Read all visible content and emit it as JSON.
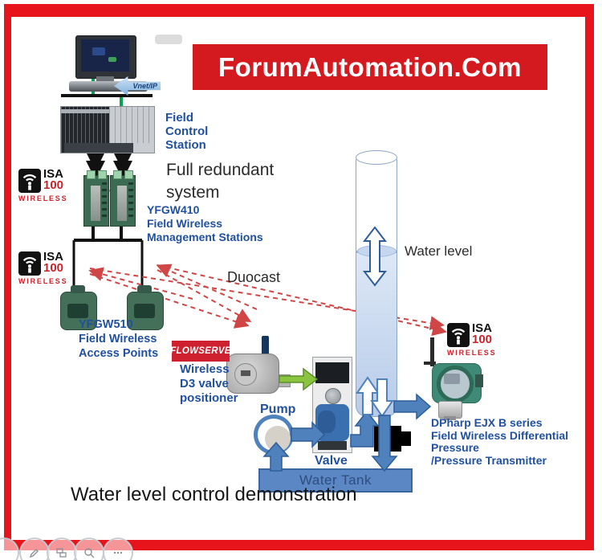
{
  "banner": {
    "text": "ForumAutomation.Com"
  },
  "labels": {
    "fcs": [
      "Field",
      "Control",
      "Station"
    ],
    "full_redundant": [
      "Full redundant",
      "system"
    ],
    "yfgw410": [
      "YFGW410",
      "Field Wireless",
      "Management Stations"
    ],
    "yfgw510": [
      "YFGW510",
      "Field Wireless",
      "Access Points"
    ],
    "duocast": "Duocast",
    "water_level": "Water level",
    "positioner": [
      "Wireless",
      "D3 valve",
      "positioner"
    ],
    "pump": "Pump",
    "valve": "Valve",
    "water_tank": "Water Tank",
    "transmitter": [
      "DPharp EJX B series",
      "Field Wireless Differential",
      "Pressure",
      "/Pressure Transmitter"
    ],
    "caption": "Water level control demonstration"
  },
  "logos": {
    "isa": {
      "isa": "ISA",
      "num": "100",
      "wireless": "WIRELESS"
    },
    "flowserve": "FLOWSERVE",
    "vnet": "Vnet/IP"
  },
  "colors": {
    "frame_red": "#e8141b",
    "banner_red": "#d4191f",
    "label_blue": "#20509e",
    "pipe_blue": "#4f81bd",
    "device_green": "#3f7258",
    "arrow_green": "#8bc53f",
    "dashed_red": "#d04545",
    "water_blue": "#b7cbe9"
  }
}
